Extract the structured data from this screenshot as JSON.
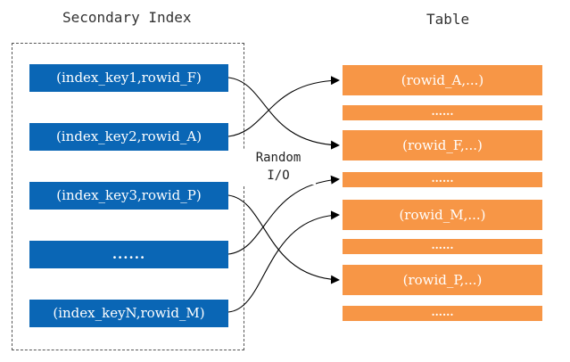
{
  "index_heading": "Secondary Index",
  "table_heading": "Table",
  "index_entries": [
    "(index_key1,rowid_F)",
    "(index_key2,rowid_A)",
    "(index_key3,rowid_P)",
    "......",
    "(index_keyN,rowid_M)"
  ],
  "table_rows": [
    "(rowid_A,...)",
    "......",
    "(rowid_F,...)",
    "......",
    "(rowid_M,...)",
    "......",
    "(rowid_P,...)",
    "......"
  ],
  "io_label": {
    "line1": "Random",
    "line2": "I/O"
  },
  "colors": {
    "index_box": "#0A66B5",
    "table_row": "#F79646",
    "text_on_box": "#FFFFFF"
  }
}
